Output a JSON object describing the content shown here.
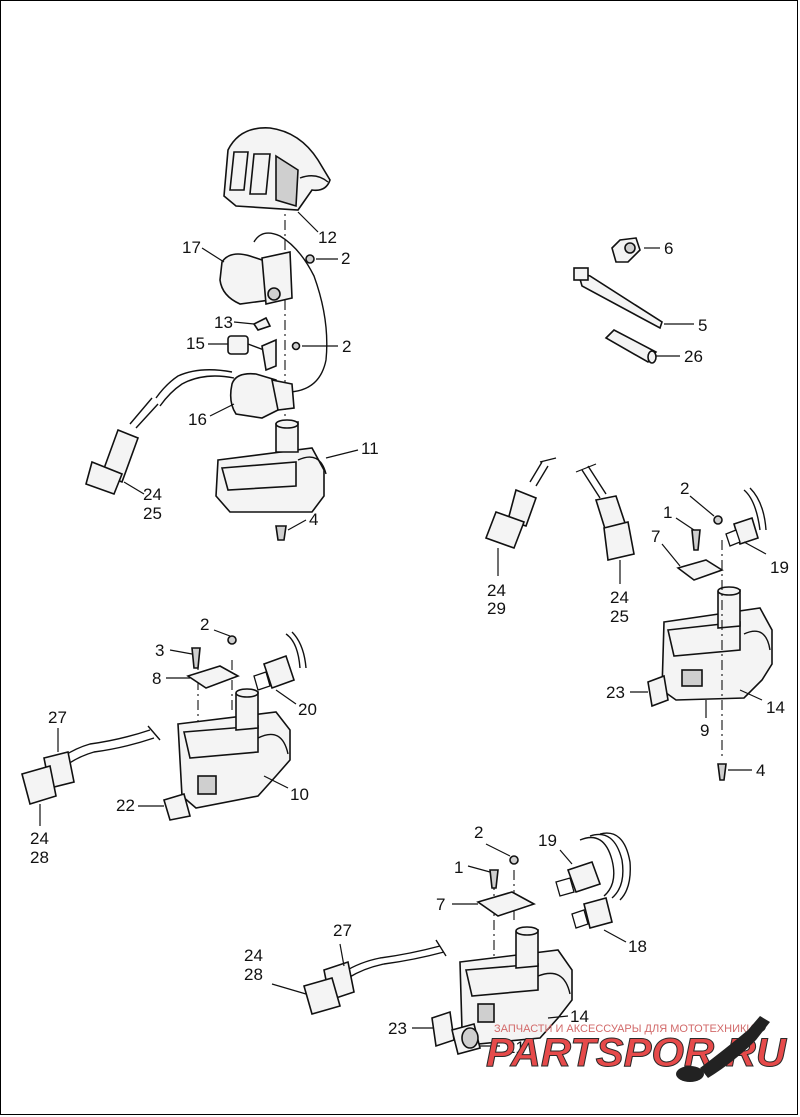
{
  "labels": {
    "g1": {
      "n12": "12",
      "n2a": "2",
      "n17": "17",
      "n2b": "2",
      "n13": "13",
      "n15": "15",
      "n16": "16",
      "n11": "11",
      "n24": "24",
      "n25": "25",
      "n4": "4"
    },
    "g2": {
      "n6": "6",
      "n5": "5",
      "n26": "26"
    },
    "g3": {
      "n24a": "24",
      "n29": "29",
      "n24b": "24",
      "n25": "25",
      "n2": "2",
      "n1": "1",
      "n7": "7",
      "n19": "19",
      "n23": "23",
      "n14": "14",
      "n9": "9",
      "n4": "4"
    },
    "g4": {
      "n3": "3",
      "n2": "2",
      "n8": "8",
      "n20": "20",
      "n27": "27",
      "n24": "24",
      "n28": "28",
      "n22": "22",
      "n10": "10"
    },
    "g5": {
      "n2": "2",
      "n19": "19",
      "n1": "1",
      "n7": "7",
      "n18": "18",
      "n27": "27",
      "n24": "24",
      "n28": "28",
      "n14": "14",
      "n23": "23",
      "n21": "21"
    }
  },
  "watermark": {
    "text": "ЗАПЧАСТИ И АКСЕССУАРЫ ДЛЯ МОТОТЕХНИКИ",
    "logo": "PARTSPOR.RU",
    "color": "#e64a4a"
  }
}
